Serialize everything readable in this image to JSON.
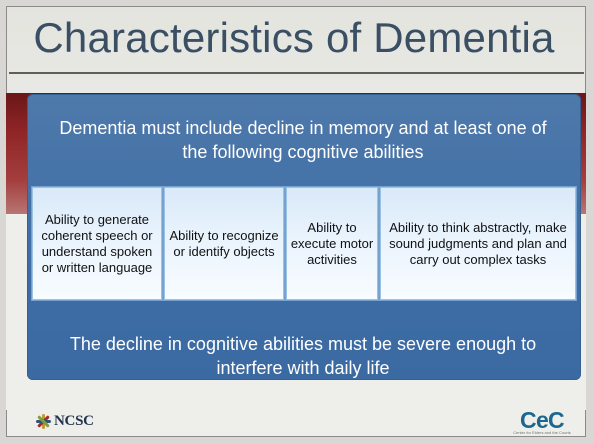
{
  "slide": {
    "title": "Characteristics of Dementia",
    "intro": "Dementia must include decline in memory and at least one of the following cognitive abilities",
    "abilities": [
      "Ability to generate coherent speech or understand spoken or written language",
      "Ability to recognize or identify objects",
      "Ability to execute motor activities",
      "Ability to think abstractly, make sound judgments and plan and carry out complex tasks"
    ],
    "conclusion": "The decline in cognitive abilities must be severe enough to interfere with daily life"
  },
  "logos": {
    "left": {
      "text": "NCSC",
      "icon": "ncsc-starburst-icon"
    },
    "right": {
      "text": "CeC",
      "caption": "Center for Elders and the Courts"
    }
  },
  "colors": {
    "title": "#3a4f63",
    "red_band": "#8f2526",
    "diagram_blue": "#3f6ea5",
    "ability_box": "#eaf4fd",
    "cec_blue": "#1a6792"
  }
}
